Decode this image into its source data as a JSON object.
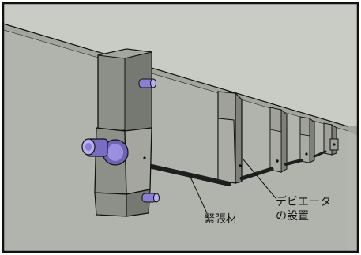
{
  "labels": {
    "tendon": "緊張材",
    "deviator_line1": "デビエータ",
    "deviator_line2": "の設置"
  },
  "colors": {
    "frame": "#111111",
    "web_wall": "#b4b6b0",
    "soffit": "#c8cac4",
    "ceiling_band": "#a2a49d",
    "anchor_block": "#8d8f89",
    "anchor_block_light": "#a4a69f",
    "anchor_block_dark": "#767872",
    "deviator": "#9fa19a",
    "deviator_dark": "#7e807a",
    "tendon": "#1e1e1e",
    "anchor_head": "#7a6cc0",
    "anchor_head_light": "#b8aef0",
    "bolt": "#8a7fd0"
  }
}
